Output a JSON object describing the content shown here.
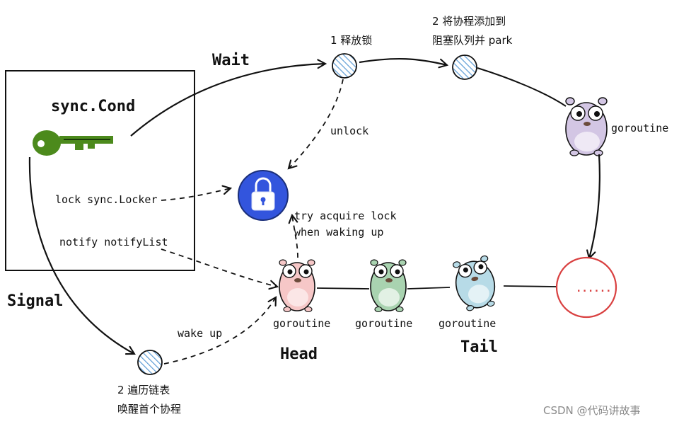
{
  "box": {
    "title": "sync.Cond",
    "lock_label": "lock sync.Locker",
    "notify_label": "notify notifyList"
  },
  "wait_label": "Wait",
  "signal_label": "Signal",
  "step1_label": "1 释放锁",
  "step2_line1": "2 将协程添加到",
  "step2_line2": "阻塞队列并 park",
  "unlock_label": "unlock",
  "try_line1": "try acquire lock",
  "try_line2": "when waking up",
  "wake_label": "wake up",
  "signal_step_line1": "2 遍历链表",
  "signal_step_line2": "唤醒首个协程",
  "goroutines": {
    "purple": "goroutine",
    "pink": "goroutine",
    "green": "goroutine",
    "blue": "goroutine"
  },
  "head_label": "Head",
  "tail_label": "Tail",
  "ellipsis_text": "......",
  "watermark": "CSDN @代码讲故事",
  "colors": {
    "key": "#4c8a1c",
    "lock_circle": "#3355dd",
    "hatch": "#5b9bd5",
    "ellipsis_ring": "#d94040",
    "gopher_purple": "#d3c6e4",
    "gopher_pink": "#f6c7c7",
    "gopher_green": "#a9d3b0",
    "gopher_blue": "#b7dbe7"
  }
}
